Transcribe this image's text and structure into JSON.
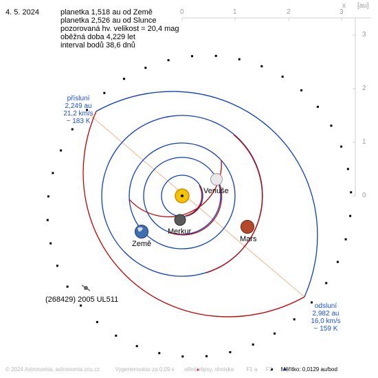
{
  "date": "4. 5. 2024",
  "info_lines": [
    "planetka 1,518 au od Země",
    "planetka 2,526 au od Slunce",
    "pozorovaná hv. velikost = 20,4 mag",
    "oběžná doba 4,229 let",
    "interval bodů 38,6 dnů"
  ],
  "axis": {
    "x_label": "x",
    "unit_label": "[au]",
    "x_ticks": [
      "0",
      "1",
      "2",
      "3"
    ],
    "y_ticks": [
      "0",
      "1",
      "2",
      "3"
    ]
  },
  "perihelion": {
    "title": "přísluní",
    "distance": "2,249 au",
    "speed": "21,2 km/s",
    "temp": "~ 183 K"
  },
  "aphelion": {
    "title": "odsluní",
    "distance": "2,982 au",
    "speed": "16,0 km/s",
    "temp": "~ 159 K"
  },
  "planets": {
    "venus": "Venuše",
    "mercury": "Merkur",
    "earth": "Země",
    "mars": "Mars"
  },
  "asteroid_name": "(268429) 2005 UL511",
  "footer": {
    "copyright": "© 2024 Astronomia, astronomia.zcu.cz",
    "generated": "Vygenerováno za 0,09 s",
    "legend_center": "střed elipsy, ohniska",
    "legend_f1": "F1 a",
    "legend_f2": "F2",
    "scale": "Měřítko: 0,0129 au/bod"
  },
  "colors": {
    "orbit_blue": "#0b3dbf",
    "orbit_red": "#c40000",
    "apsis_line": "#f0b58a",
    "label_blue": "#1a4fd6"
  }
}
